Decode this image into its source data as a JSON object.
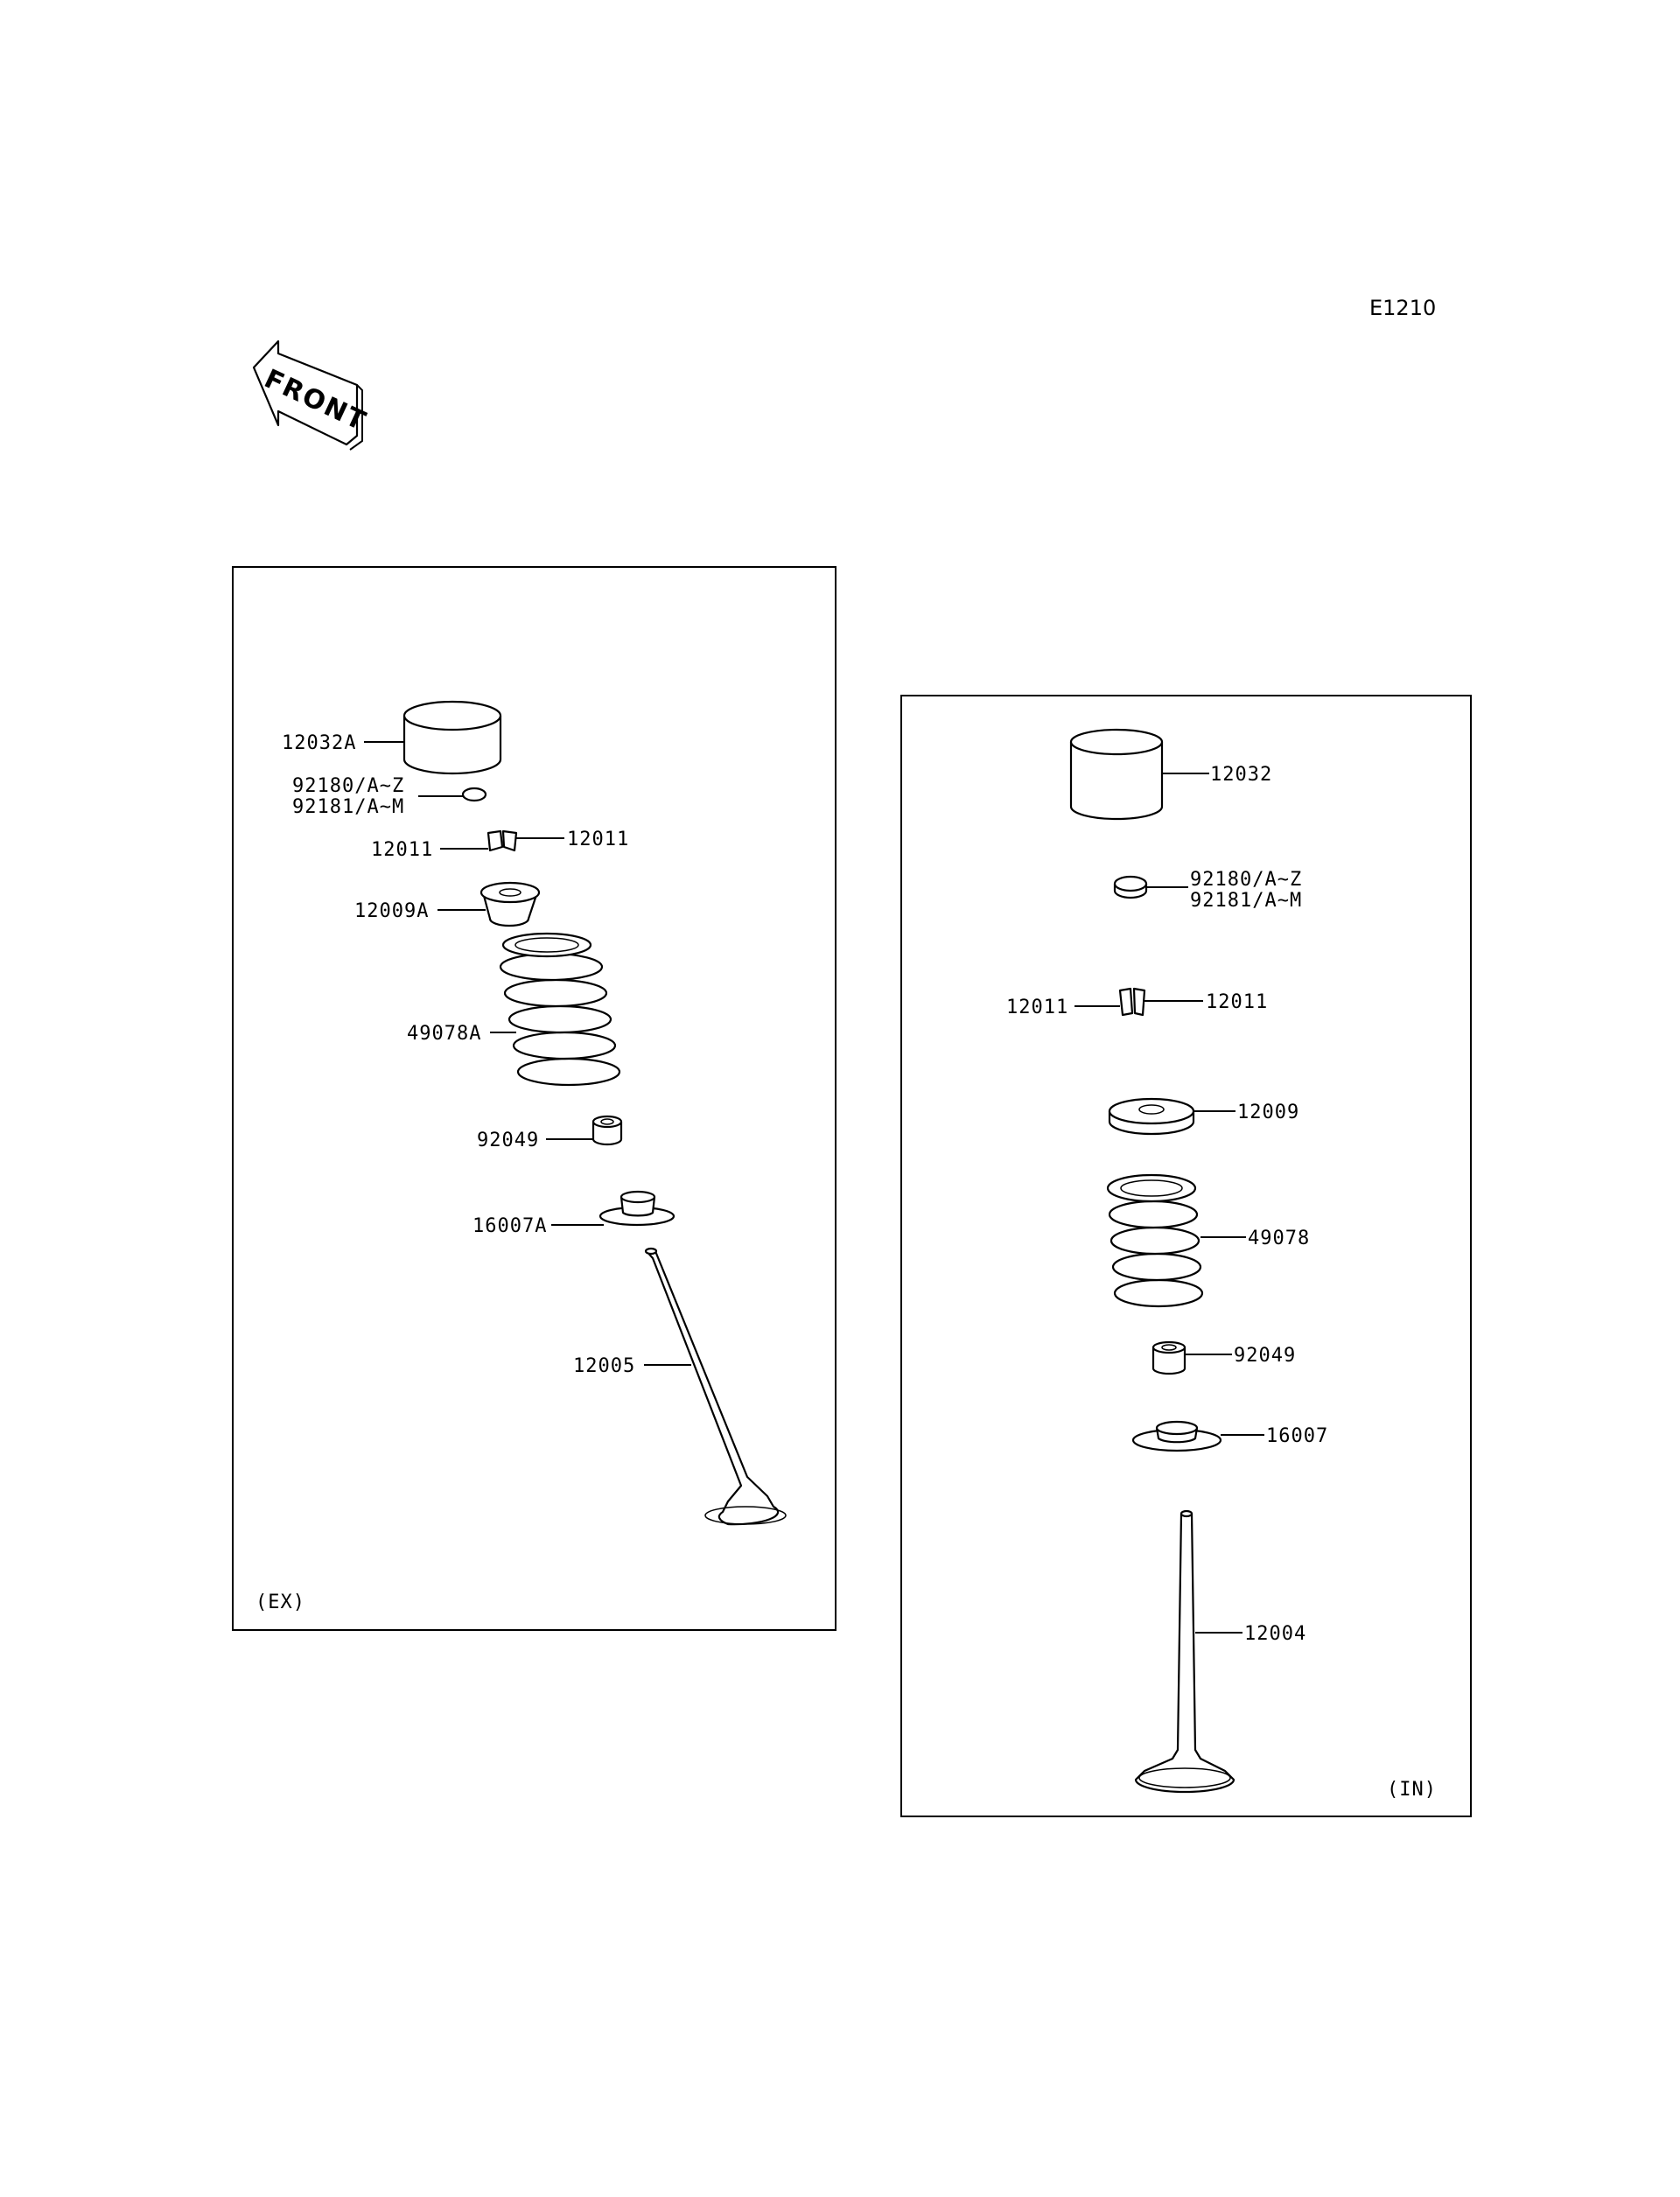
{
  "diagram_code": "E1210",
  "front_label": "FRONT",
  "exhaust": {
    "section_label": "(EX)",
    "labels": {
      "tappet": "12032A",
      "shim_a": "92180/A~Z",
      "shim_b": "92181/A~M",
      "cotter_left": "12011",
      "cotter_right": "12011",
      "retainer": "12009A",
      "spring": "49078A",
      "seal": "92049",
      "seat": "16007A",
      "valve": "12005"
    }
  },
  "intake": {
    "section_label": "(IN)",
    "labels": {
      "tappet": "12032",
      "shim_a": "92180/A~Z",
      "shim_b": "92181/A~M",
      "cotter_left": "12011",
      "cotter_right": "12011",
      "retainer": "12009",
      "spring": "49078",
      "seal": "92049",
      "seat": "16007",
      "valve": "12004"
    }
  }
}
